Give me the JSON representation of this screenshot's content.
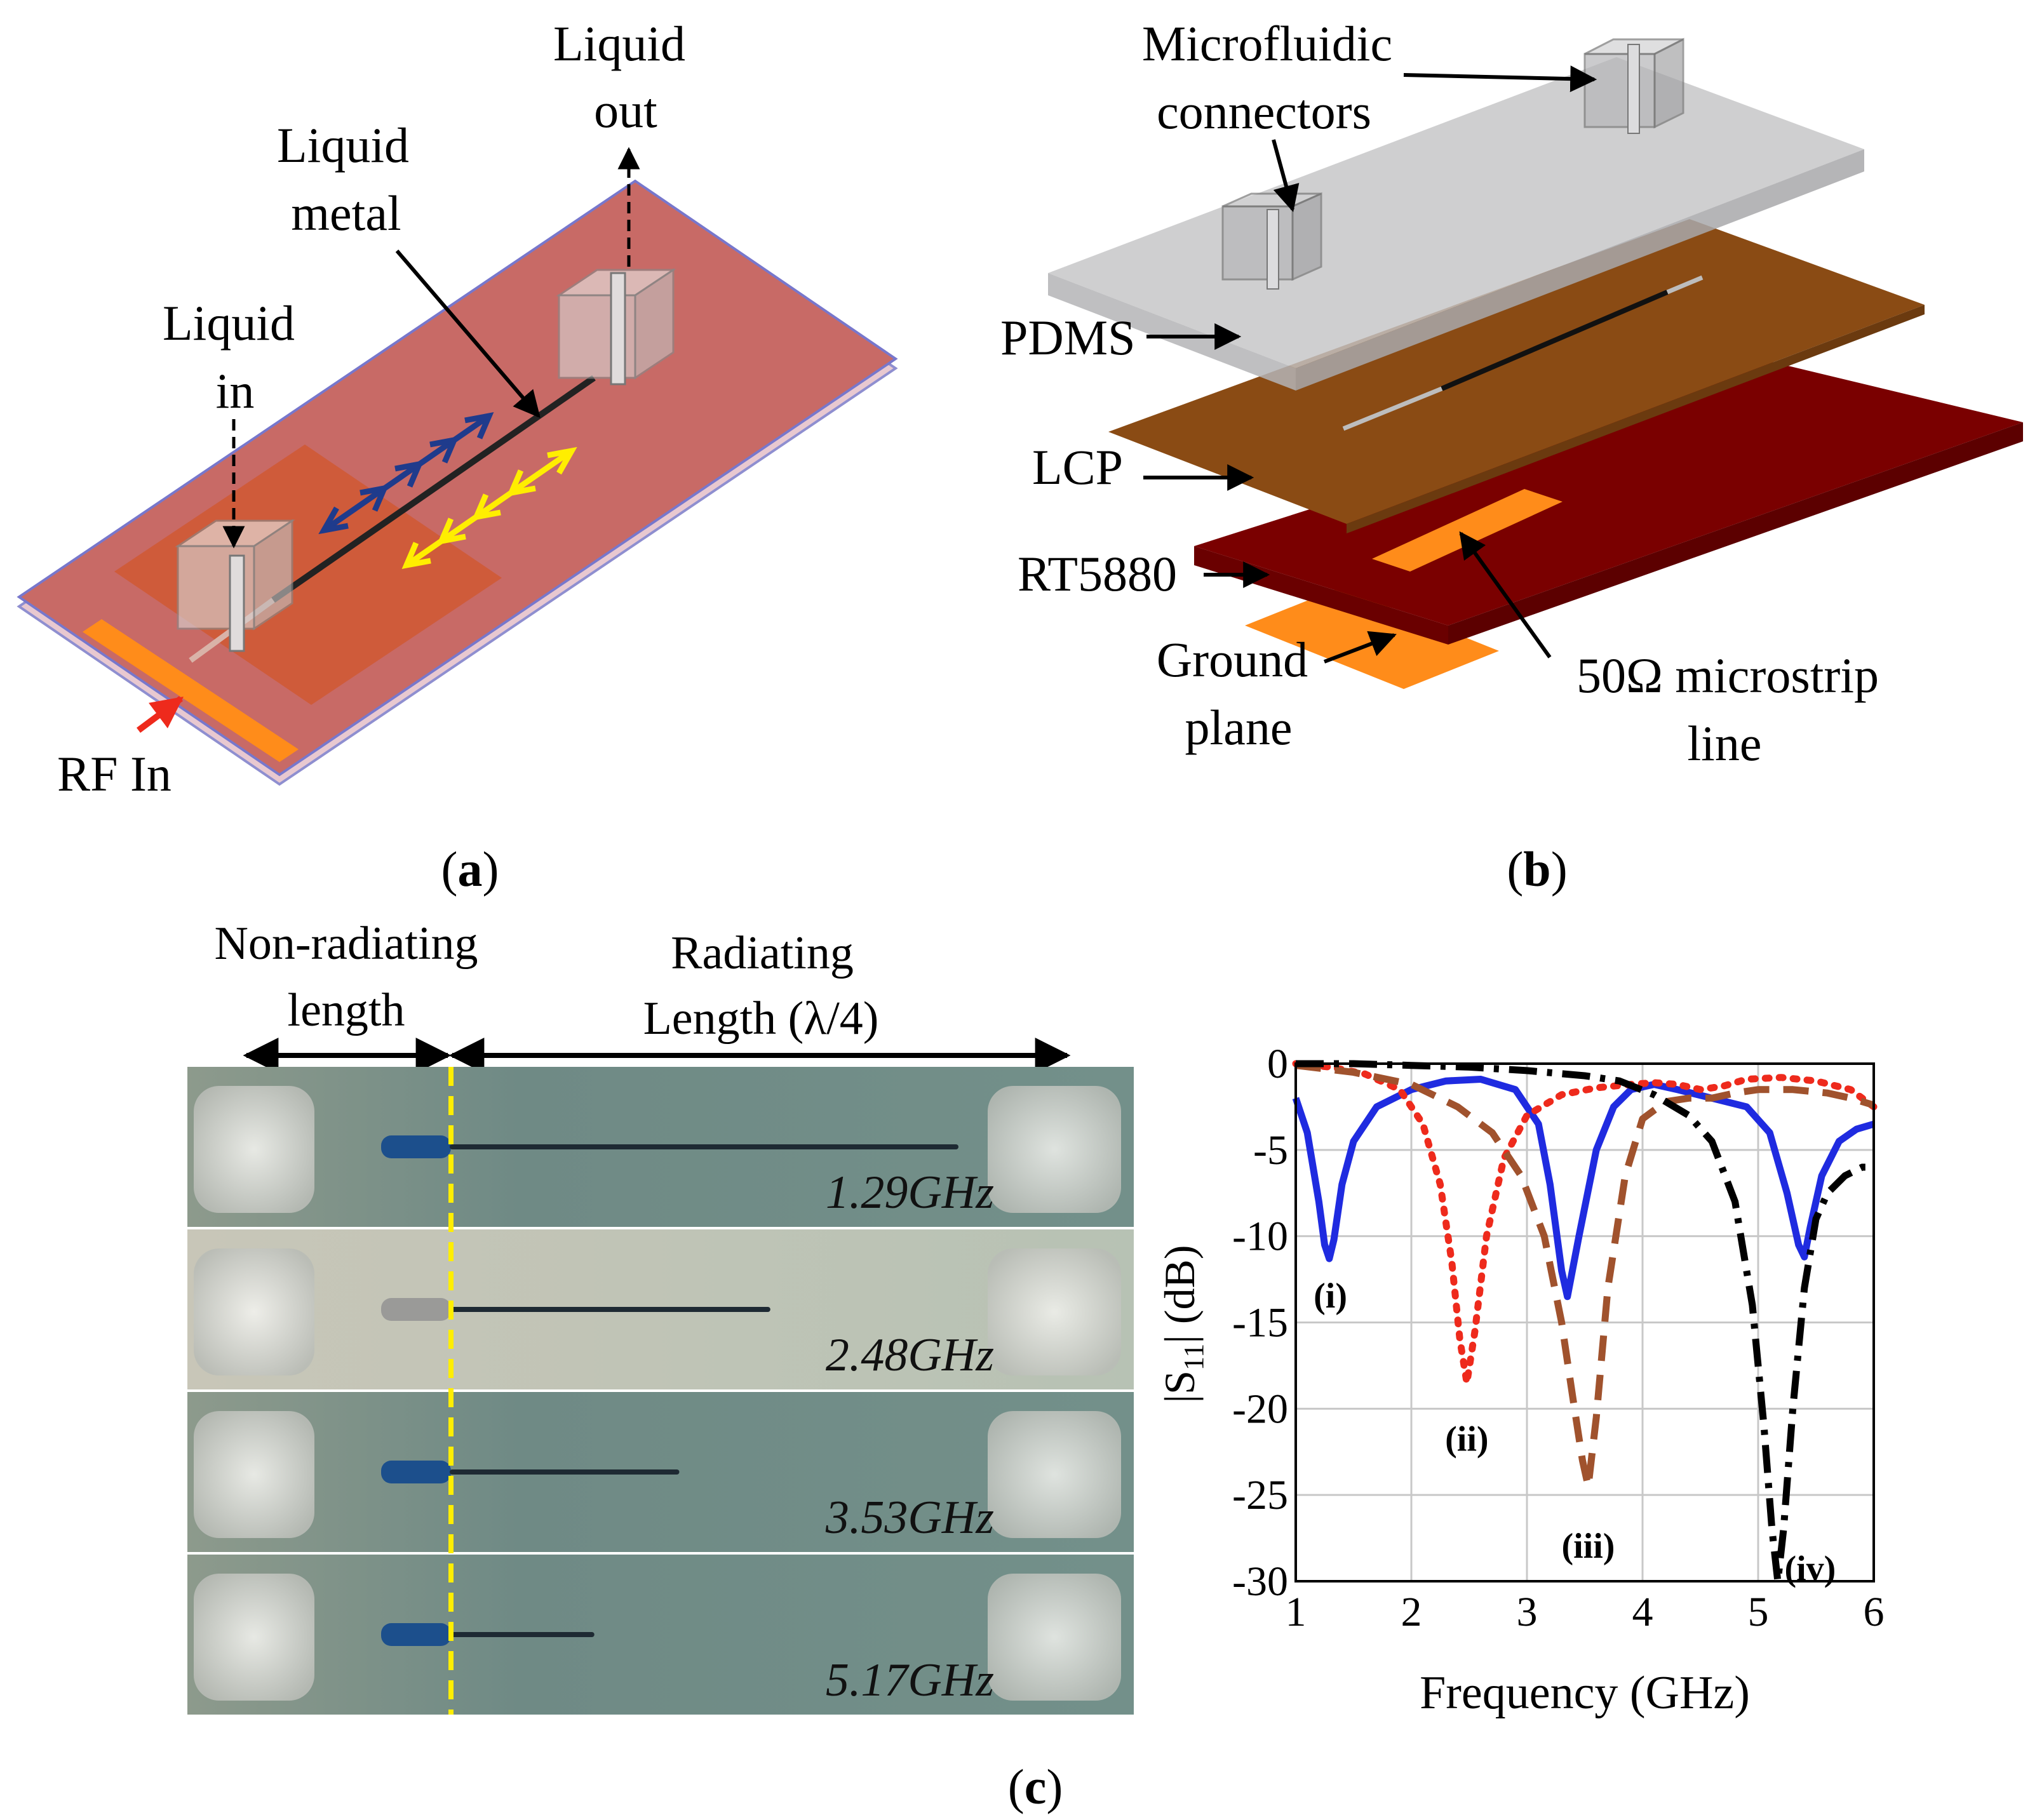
{
  "panel_a": {
    "caption": "(a)",
    "caption_letter": "a",
    "labels": {
      "liquid_out_1": "Liquid",
      "liquid_out_2": "out",
      "liquid_metal_1": "Liquid",
      "liquid_metal_2": "metal",
      "liquid_in_1": "Liquid",
      "liquid_in_2": "in",
      "rf_in": "RF In"
    },
    "colors": {
      "board": "#c86a66",
      "patch": "#d2572c",
      "feed": "#ff8c1a",
      "flow_in": "#1f3b8c",
      "flow_out": "#ffee00",
      "rf_arrow": "#ee2a1c"
    }
  },
  "panel_b": {
    "caption": "(b)",
    "caption_letter": "b",
    "labels": {
      "connectors_1": "Microfluidic",
      "connectors_2": "connectors",
      "pdms": "PDMS",
      "lcp": "LCP",
      "rt5880": "RT5880",
      "ground_1": "Ground",
      "ground_2": "plane",
      "microstrip_1": "50Ω microstrip",
      "microstrip_2": "line"
    },
    "colors": {
      "pdms": "#c4c4c6",
      "lcp": "#8a4b14",
      "rt5880": "#7a0000",
      "copper": "#ff8c1a"
    }
  },
  "panel_c": {
    "caption": "(c)",
    "caption_letter": "c",
    "non_radiating_1": "Non-radiating",
    "non_radiating_2": "length",
    "radiating_1": "Radiating",
    "radiating_2": "Length (λ/4)",
    "photos": [
      {
        "freq_label": "1.29GHz",
        "line_fraction": 0.83
      },
      {
        "freq_label": "2.48GHz",
        "line_fraction": 0.52
      },
      {
        "freq_label": "3.53GHz",
        "line_fraction": 0.37
      },
      {
        "freq_label": "5.17GHz",
        "line_fraction": 0.23
      }
    ],
    "divider_color": "#ffee00"
  },
  "chart_data": {
    "type": "line",
    "xlabel": "Frequency (GHz)",
    "ylabel": "|S11| (dB)",
    "ylabel_main": "|S",
    "ylabel_sub": "11",
    "ylabel_tail": "| (dB)",
    "xlim": [
      1,
      6
    ],
    "ylim": [
      -30,
      0
    ],
    "xticks": [
      1,
      2,
      3,
      4,
      5,
      6
    ],
    "yticks": [
      0,
      -5,
      -10,
      -15,
      -20,
      -25,
      -30
    ],
    "grid": true,
    "series": [
      {
        "annotation": "(i)",
        "color": "#1f2be0",
        "dash": "solid",
        "width": 11,
        "annotation_at": [
          1.3,
          -13.4
        ],
        "x": [
          1.0,
          1.1,
          1.2,
          1.25,
          1.29,
          1.33,
          1.4,
          1.5,
          1.7,
          2.0,
          2.3,
          2.6,
          2.9,
          3.1,
          3.2,
          3.3,
          3.35,
          3.45,
          3.6,
          3.75,
          3.9,
          4.1,
          4.3,
          4.6,
          4.9,
          5.1,
          5.25,
          5.35,
          5.4,
          5.45,
          5.55,
          5.7,
          5.85,
          6.0
        ],
        "y": [
          -2.0,
          -4.0,
          -8.0,
          -10.5,
          -11.3,
          -10.2,
          -7.0,
          -4.5,
          -2.5,
          -1.5,
          -1.0,
          -0.9,
          -1.5,
          -3.5,
          -7.0,
          -12.0,
          -13.5,
          -10.0,
          -5.0,
          -2.5,
          -1.5,
          -1.2,
          -1.5,
          -2.0,
          -2.5,
          -4.0,
          -7.5,
          -10.5,
          -11.2,
          -9.5,
          -6.5,
          -4.5,
          -3.8,
          -3.5
        ]
      },
      {
        "annotation": "(ii)",
        "color": "#ee2a1c",
        "dash": "dot",
        "width": 11,
        "annotation_at": [
          2.48,
          -21.7
        ],
        "x": [
          1.0,
          1.3,
          1.6,
          1.9,
          2.1,
          2.25,
          2.35,
          2.42,
          2.48,
          2.55,
          2.65,
          2.8,
          3.0,
          3.3,
          3.6,
          3.9,
          4.1,
          4.3,
          4.5,
          4.7,
          4.9,
          5.2,
          5.5,
          5.8,
          6.0
        ],
        "y": [
          0.0,
          -0.2,
          -0.6,
          -1.5,
          -3.5,
          -7.0,
          -11.5,
          -16.0,
          -18.5,
          -15.5,
          -10.0,
          -5.5,
          -3.0,
          -1.8,
          -1.4,
          -1.2,
          -1.1,
          -1.2,
          -1.5,
          -1.3,
          -0.9,
          -0.8,
          -1.0,
          -1.5,
          -2.5
        ]
      },
      {
        "annotation": "(iii)",
        "color": "#a0522d",
        "dash": "dash",
        "width": 11,
        "annotation_at": [
          3.53,
          -27.9
        ],
        "x": [
          1.0,
          1.5,
          2.0,
          2.4,
          2.7,
          2.95,
          3.15,
          3.3,
          3.4,
          3.48,
          3.53,
          3.6,
          3.7,
          3.85,
          4.0,
          4.2,
          4.4,
          4.6,
          4.8,
          5.0,
          5.3,
          5.6,
          5.8,
          6.0
        ],
        "y": [
          -0.1,
          -0.5,
          -1.2,
          -2.5,
          -4.0,
          -6.5,
          -10.0,
          -15.0,
          -19.5,
          -23.0,
          -24.5,
          -20.5,
          -13.0,
          -6.5,
          -3.2,
          -2.2,
          -2.0,
          -2.0,
          -1.7,
          -1.5,
          -1.5,
          -1.7,
          -2.0,
          -2.4
        ]
      },
      {
        "annotation": "(iv)",
        "color": "#000000",
        "dash": "dashdot",
        "width": 11,
        "annotation_at": [
          5.45,
          -29.2
        ],
        "x": [
          1.0,
          1.5,
          2.0,
          2.5,
          3.0,
          3.5,
          3.8,
          4.1,
          4.4,
          4.6,
          4.8,
          4.95,
          5.05,
          5.12,
          5.17,
          5.22,
          5.3,
          5.4,
          5.5,
          5.6,
          5.75,
          5.9,
          6.0
        ],
        "y": [
          0.0,
          0.0,
          -0.1,
          -0.2,
          -0.4,
          -0.7,
          -1.0,
          -1.8,
          -3.0,
          -4.5,
          -8.0,
          -14.0,
          -21.0,
          -27.0,
          -30.0,
          -27.0,
          -20.0,
          -13.0,
          -9.0,
          -7.5,
          -6.5,
          -6.0,
          -6.0
        ]
      }
    ]
  }
}
